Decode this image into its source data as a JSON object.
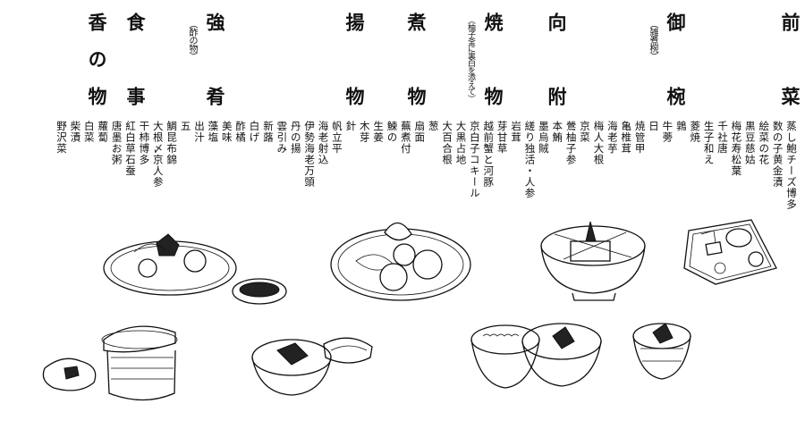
{
  "courses": [
    {
      "id": "zensai",
      "title": "前菜"
    },
    {
      "id": "owan",
      "title": "御椀",
      "note": "（雑煮椀）"
    },
    {
      "id": "mukozuke",
      "title": "向附"
    },
    {
      "id": "yakimono",
      "title": "焼物",
      "note": "（柚子釜に裏白を添えて）"
    },
    {
      "id": "nimono",
      "title": "煮物"
    },
    {
      "id": "agemono",
      "title": "揚物"
    },
    {
      "id": "shiizakana",
      "title": "強肴",
      "note": "（酢の物）"
    },
    {
      "id": "shokuji",
      "title": "食事"
    },
    {
      "id": "konomono",
      "title": "香の物"
    }
  ],
  "dishes": [
    "蒸し鮑チーズ博多",
    "数の子黄金漬",
    "絵菜の花",
    "黒豆慈姑",
    "梅花寿松葉",
    "千社唐",
    "生子和え",
    "菱焼",
    "鶉",
    "牛蒡",
    "日",
    "焼管甲",
    "亀椎茸",
    "海老芋",
    "梅人大根",
    "京菜",
    "鶯柚子参",
    "本鮪",
    "墨烏賊",
    "縒り独活・人参",
    "岩茸",
    "芽甘草",
    "越前蟹と河豚",
    "京白子コキール",
    "大黒占地",
    "大百合根",
    "葱",
    "扇面",
    "蕪煮付",
    "鰊の",
    "生姜",
    "木芽",
    "針",
    "帆立平",
    "海老射込",
    "伊勢海老万頭",
    "丹の揚",
    "雲引み",
    "新蕗",
    "白げ",
    "酢橘",
    "美味",
    "藻塩",
    "出汁",
    "五",
    "鯛昆布錦",
    "大根〆京人参",
    "干柿博多",
    "紅白草石蚕",
    "唐墨お粥",
    "蘿蔔",
    "白菜",
    "柴漬",
    "野沢菜"
  ]
}
